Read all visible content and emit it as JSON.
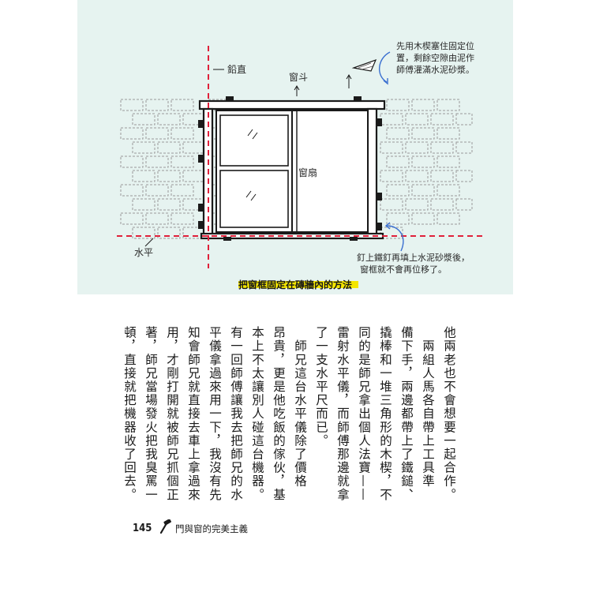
{
  "illustration": {
    "labels": {
      "plumb": "鉛直",
      "window_head": "窗斗",
      "sash": "窗扇",
      "level": "水平",
      "note_top": [
        "先用木楔塞住固定位",
        "置，剩餘空隙由泥作",
        "師傅灌滿水泥砂漿。"
      ],
      "note_bottom": [
        "釘上鐵釘再填上水泥砂漿後，",
        "窗框就不會再位移了。"
      ]
    },
    "caption": "把窗框固定在磚牆內的方法",
    "colors": {
      "background": "#e6f3f0",
      "guide_line": "#e0203a",
      "annotation_arrow": "#3a6fd0",
      "caption_highlight": "#f4e600"
    }
  },
  "body_text": {
    "columns": [
      "他兩老也不會想要一起合作。",
      "　兩組人馬各自帶上工具準",
      "備下手，兩邊都帶上了鐵鎚、",
      "撬棒和一堆三角形的木楔，不",
      "同的是師兄拿出個人法寶——",
      "雷射水平儀，而師傅那邊就拿",
      "了一支水平尺而已。",
      "　師兄這台水平儀除了價格",
      "昂貴，更是他吃飯的傢伙，基",
      "本上不太讓別人碰這台機器。",
      "有一回師傅讓我去把師兄的水",
      "平儀拿過來用一下，我沒有先",
      "知會師兄就直接去車上拿過來",
      "用，才剛打開就被師兄抓個正",
      "著，師兄當場發火把我臭罵一",
      "頓，直接就把機器收了回去。"
    ]
  },
  "footer": {
    "page_number": "145",
    "hammer_icon": "hammer-icon",
    "book_title": "門與窗的完美主義"
  }
}
